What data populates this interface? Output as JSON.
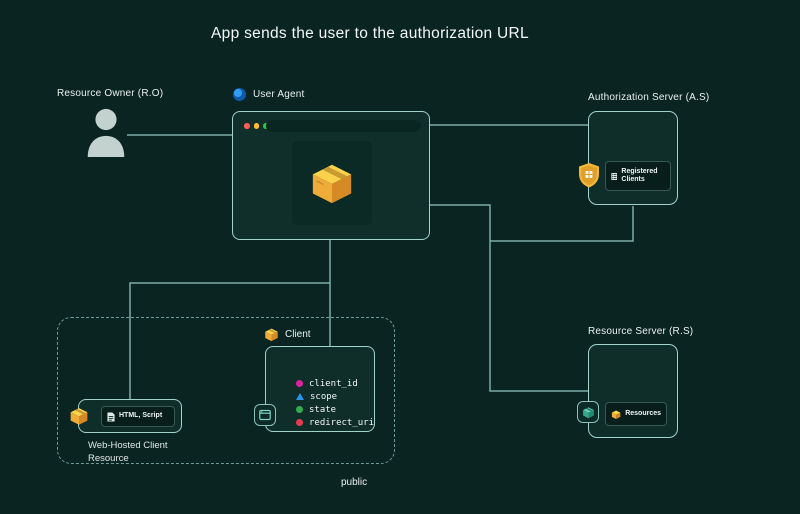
{
  "title": "App sends the user to the authorization URL",
  "diagram": {
    "resource_owner": {
      "label": "Resource Owner (R.O)"
    },
    "user_agent": {
      "label": "User Agent"
    },
    "authorization_server": {
      "label": "Authorization Server (A.S)",
      "badge": "Registered Clients"
    },
    "resource_server": {
      "label": "Resource Server (R.S)",
      "badge": "Resources"
    },
    "client": {
      "label": "Client",
      "params": [
        {
          "label": "client_id",
          "marker": "circle",
          "color": "#e0219e"
        },
        {
          "label": "scope",
          "marker": "triangle",
          "color": "#2e93ea"
        },
        {
          "label": "state",
          "marker": "circle",
          "color": "#2fae4e"
        },
        {
          "label": "redirect_uri",
          "marker": "circle",
          "color": "#e83a4e"
        }
      ]
    },
    "web_hosted_resource": {
      "badge": "HTML, Script",
      "label": "Web-Hosted Client Resource"
    },
    "zone_label": "public"
  },
  "browser": {
    "traffic_lights": [
      "#ff5f57",
      "#febc2e",
      "#28c840"
    ]
  },
  "colors": {
    "background": "#0a2421",
    "connector": "#83b5ae",
    "box_border": "#a3d2cb",
    "package_yellow": "#fcd24c"
  }
}
